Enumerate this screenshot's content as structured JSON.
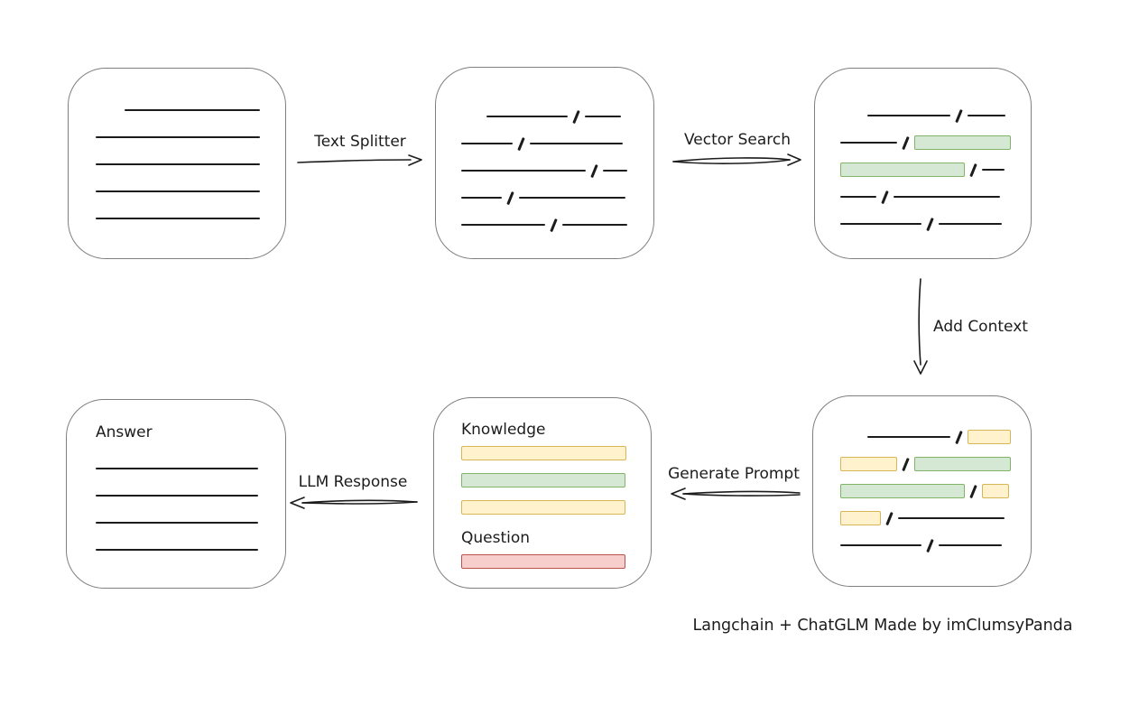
{
  "colors": {
    "ink": "#1c1c1c",
    "box_border": "#7f7f7f",
    "green_fill": "#d5e8d4",
    "green_border": "#82b366",
    "yellow_fill": "#fff2cc",
    "yellow_border": "#d6b656",
    "red_fill": "#f8cecc",
    "red_border": "#b85450"
  },
  "caption": "Langchain + ChatGLM Made by imClumsyPanda",
  "arrows": {
    "text_splitter": "Text Splitter",
    "vector_search": "Vector Search",
    "add_context": "Add Context",
    "generate_prompt": "Generate Prompt",
    "llm_response": "LLM Response"
  },
  "nodes": {
    "document": {
      "rows": [
        [
          {
            "t": "sp",
            "w": 32
          },
          {
            "t": "line",
            "w": 150
          }
        ],
        [
          {
            "t": "line",
            "w": 182
          }
        ],
        [
          {
            "t": "line",
            "w": 182
          }
        ],
        [
          {
            "t": "line",
            "w": 182
          }
        ],
        [
          {
            "t": "line",
            "w": 182
          }
        ]
      ]
    },
    "chunks": {
      "rows": [
        [
          {
            "t": "sp",
            "w": 28
          },
          {
            "t": "line",
            "w": 90
          },
          {
            "t": "slash"
          },
          {
            "t": "line",
            "w": 40
          }
        ],
        [
          {
            "t": "line",
            "w": 57
          },
          {
            "t": "slash"
          },
          {
            "t": "line",
            "w": 103
          }
        ],
        [
          {
            "t": "line",
            "w": 138
          },
          {
            "t": "slash"
          },
          {
            "t": "line",
            "w": 27
          }
        ],
        [
          {
            "t": "line",
            "w": 45
          },
          {
            "t": "slash"
          },
          {
            "t": "line",
            "w": 118
          }
        ],
        [
          {
            "t": "line",
            "w": 93
          },
          {
            "t": "slash"
          },
          {
            "t": "line",
            "w": 72
          }
        ]
      ]
    },
    "retrieved": {
      "rows": [
        [
          {
            "t": "sp",
            "w": 30
          },
          {
            "t": "line",
            "w": 92
          },
          {
            "t": "slash"
          },
          {
            "t": "line",
            "w": 42
          }
        ],
        [
          {
            "t": "line",
            "w": 63
          },
          {
            "t": "slash"
          },
          {
            "t": "green",
            "w": 107
          }
        ],
        [
          {
            "t": "green",
            "w": 138
          },
          {
            "t": "slash"
          },
          {
            "t": "line",
            "w": 25
          }
        ],
        [
          {
            "t": "line",
            "w": 40
          },
          {
            "t": "slash"
          },
          {
            "t": "line",
            "w": 118
          }
        ],
        [
          {
            "t": "line",
            "w": 90
          },
          {
            "t": "slash"
          },
          {
            "t": "line",
            "w": 70
          }
        ]
      ]
    },
    "context": {
      "rows": [
        [
          {
            "t": "sp",
            "w": 30
          },
          {
            "t": "line",
            "w": 92
          },
          {
            "t": "slash"
          },
          {
            "t": "yellow",
            "w": 48
          }
        ],
        [
          {
            "t": "yellow",
            "w": 63
          },
          {
            "t": "slash"
          },
          {
            "t": "green",
            "w": 107
          }
        ],
        [
          {
            "t": "green",
            "w": 138
          },
          {
            "t": "slash"
          },
          {
            "t": "yellow",
            "w": 30
          }
        ],
        [
          {
            "t": "yellow",
            "w": 45
          },
          {
            "t": "slash"
          },
          {
            "t": "line",
            "w": 118
          }
        ],
        [
          {
            "t": "line",
            "w": 90
          },
          {
            "t": "slash"
          },
          {
            "t": "line",
            "w": 70
          }
        ]
      ]
    },
    "prompt": {
      "knowledge_label": "Knowledge",
      "knowledge_rows": [
        [
          {
            "t": "yellow",
            "w": 183
          }
        ],
        [
          {
            "t": "green",
            "w": 182
          }
        ],
        [
          {
            "t": "yellow",
            "w": 182
          }
        ]
      ],
      "question_label": "Question",
      "question_rows": [
        [
          {
            "t": "red",
            "w": 182
          }
        ]
      ]
    },
    "answer": {
      "label": "Answer",
      "rows": [
        [
          {
            "t": "line",
            "w": 180
          }
        ],
        [
          {
            "t": "line",
            "w": 180
          }
        ],
        [
          {
            "t": "line",
            "w": 180
          }
        ],
        [
          {
            "t": "line",
            "w": 180
          }
        ]
      ]
    }
  }
}
